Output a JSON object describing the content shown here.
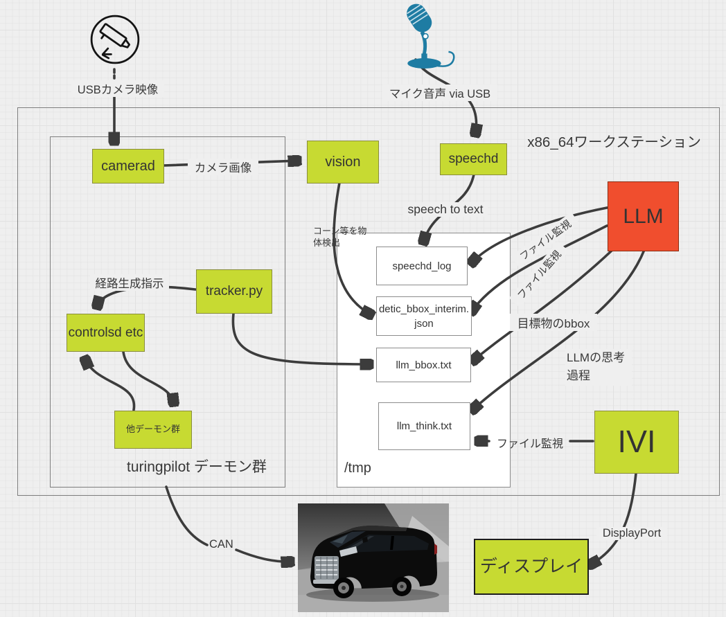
{
  "diagram": {
    "colors": {
      "canvas_bg": "#efefef",
      "node_green": "#c7da32",
      "node_red": "#f04e2e",
      "mic_blue": "#1e7ca3",
      "arrow": "#3c3c3c"
    },
    "containers": {
      "workstation": {
        "label": "x86_64ワークステーション"
      },
      "turingpilot": {
        "label": "turingpilot デーモン群"
      },
      "tmp": {
        "label": "/tmp"
      }
    },
    "nodes": {
      "camerad": {
        "label": "camerad"
      },
      "vision": {
        "label": "vision"
      },
      "speechd": {
        "label": "speechd"
      },
      "llm": {
        "label": "LLM"
      },
      "tracker": {
        "label": "tracker.py"
      },
      "controlsd": {
        "label": "controlsd etc"
      },
      "other_daemons": {
        "label": "他デーモン群"
      },
      "speechd_log": {
        "label": "speechd_log"
      },
      "detic_bbox": {
        "label": "detic_bbox_interim.json"
      },
      "llm_bbox": {
        "label": "llm_bbox.txt"
      },
      "llm_think": {
        "label": "llm_think.txt"
      },
      "ivi": {
        "label": "IVI"
      },
      "display": {
        "label": "ディスプレイ"
      }
    },
    "edge_labels": {
      "usb_camera": "USBカメラ映像",
      "camera_image": "カメラ画像",
      "mic_audio": "マイク音声 via USB",
      "speech_to_text": "speech to text",
      "object_detect": "コーン等を物体検出",
      "file_watch_1": "ファイル監視",
      "file_watch_2": "ファイル監視",
      "file_watch_3": "ファイル監視",
      "target_bbox": "目標物のbbox",
      "llm_thought": "LLMの思考過程",
      "route_gen": "経路生成指示",
      "can": "CAN",
      "displayport": "DisplayPort"
    }
  }
}
